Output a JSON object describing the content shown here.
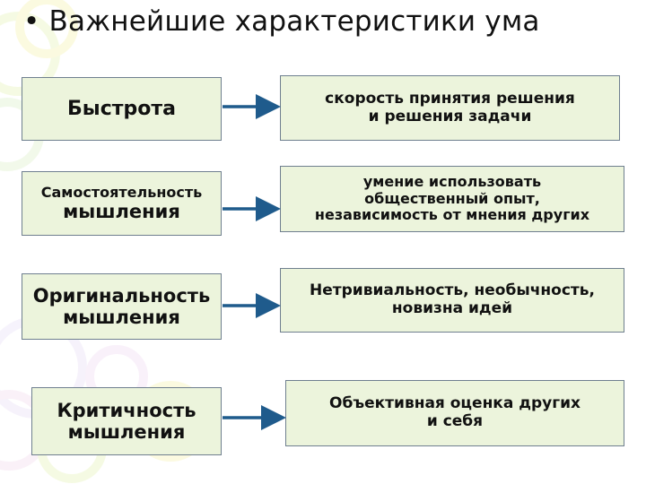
{
  "title": "Важнейшие характеристики ума",
  "bullet": "•",
  "rows": [
    {
      "left": [
        "Быстрота"
      ],
      "right": [
        "скорость принятия решения",
        "и решения задачи"
      ]
    },
    {
      "left": [
        "Самостоятельность",
        "мышления"
      ],
      "right": [
        "умение использовать",
        "общественный опыт,",
        "независимость от мнения  других"
      ]
    },
    {
      "left": [
        "Оригинальность",
        "мышления"
      ],
      "right": [
        "Нетривиальность, необычность,",
        "новизна идей"
      ]
    },
    {
      "left": [
        "Критичность",
        "мышления"
      ],
      "right": [
        "Объективная оценка других",
        "и себя"
      ]
    }
  ],
  "colors": {
    "box_fill": "#ecf4dc",
    "box_border": "#6f7f8f",
    "arrow": "#1f5b8c"
  }
}
